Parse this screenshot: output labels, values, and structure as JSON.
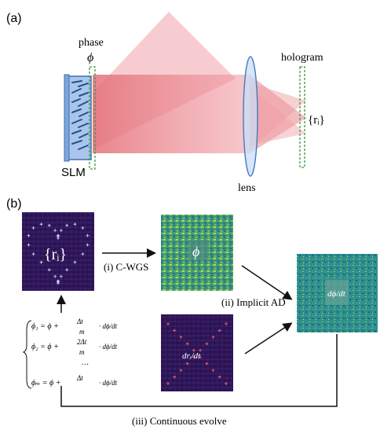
{
  "panel_a": {
    "label": "(a)",
    "phase_label": "phase",
    "phi_symbol": "ϕ",
    "slm_label": "SLM",
    "lens_label": "lens",
    "hologram_label": "hologram",
    "ri_label": "{rᵢ}"
  },
  "panel_b": {
    "label": "(b)",
    "target_label": "{rᵢ}",
    "phase_map_label": "ϕ",
    "step_i": "(i) C-WGS",
    "step_ii": "(ii) Implicit AD",
    "step_iii": "(iii) Continuous evolve",
    "drdt_label": "drᵢ/dt",
    "dphidt_label": "dϕ/dt",
    "equations": [
      {
        "lhs": "ϕ₁ = ϕ +",
        "coef_num": "Δt",
        "coef_den": "m",
        "tail": "dϕ/dt"
      },
      {
        "lhs": "ϕ₂ = ϕ +",
        "coef_num": "2Δt",
        "coef_den": "m",
        "tail": "dϕ/dt"
      },
      {
        "lhs": "…",
        "coef_num": "",
        "coef_den": "",
        "tail": ""
      },
      {
        "lhs": "ϕₘ = ϕ +",
        "coef_num": "Δt",
        "coef_den": "",
        "tail": "dϕ/dt"
      }
    ]
  },
  "colors": {
    "beam": "#e8707a",
    "beam_light": "#f3b8bd",
    "slm_fill": "#a9c6ea",
    "slm_stroke": "#3f6fb5",
    "lens_fill": "#c9def5",
    "lens_stroke": "#4f7fc0",
    "phase_plane": "#3a9a3a",
    "dark_purple": "#3a1465",
    "teal": "#2c8f8a"
  }
}
